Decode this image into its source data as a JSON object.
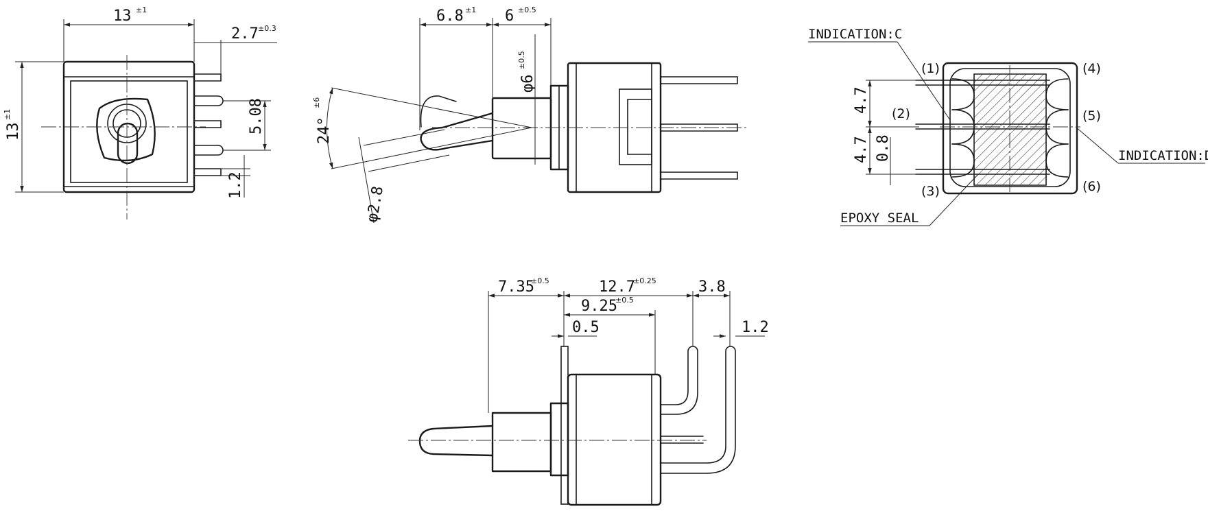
{
  "front_view": {
    "width_dim": "13",
    "width_tol": "±1",
    "height_dim": "13",
    "height_tol": "±1",
    "pin_offset_dim": "2.7",
    "pin_offset_tol": "±0.3",
    "pitch_dim": "5.08",
    "pin_width_dim": "1.2"
  },
  "side_view": {
    "lever_length_dim": "6.8",
    "lever_length_tol": "±1",
    "bushing_length_dim": "6",
    "bushing_length_tol": "±0.5",
    "bushing_dia_dim": "φ6",
    "bushing_dia_tol": "±0.5",
    "angle_dim": "24°",
    "angle_tol": "±6",
    "tip_dia_dim": "φ2.8"
  },
  "rear_view": {
    "indication_c": "INDICATION:C",
    "indication_d": "INDICATION:D",
    "epoxy_seal": "EPOXY SEAL",
    "pitch_1": "4.7",
    "pitch_2": "4.7",
    "pin_dim": "0.8",
    "pins": [
      "(1)",
      "(2)",
      "(3)",
      "(4)",
      "(5)",
      "(6)"
    ]
  },
  "bottom_view": {
    "lever_dim": "7.35",
    "lever_tol": "±0.5",
    "body_dim": "12.7",
    "body_tol": "±0.25",
    "bend_dim": "3.8",
    "inner_dim": "9.25",
    "inner_tol": "±0.5",
    "plate_dim": "0.5",
    "pin_dim": "1.2"
  }
}
